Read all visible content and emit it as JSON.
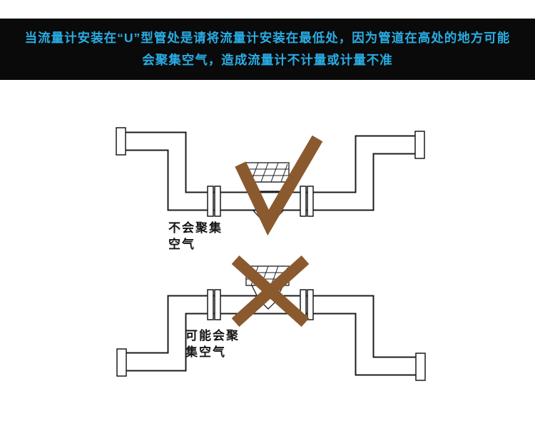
{
  "banner": {
    "line1": "当流量计安装在“U”型管处是请将流量计安装在最低处，因为管道在高处的地方可能",
    "line2": "会聚集空气，造成流量计不计量或计量不准",
    "bg_color": "#0a0a0a",
    "text_color": "#29ade4"
  },
  "diagrams": [
    {
      "name": "correct-low-point-installation",
      "mark": "check",
      "mark_color": "#8a5a2e",
      "label_line1": "不会聚集",
      "label_line2": "空气"
    },
    {
      "name": "incorrect-high-point-installation",
      "mark": "cross",
      "mark_color": "#8a5a2e",
      "label_line1": "可能会聚",
      "label_line2": "集空气"
    }
  ]
}
